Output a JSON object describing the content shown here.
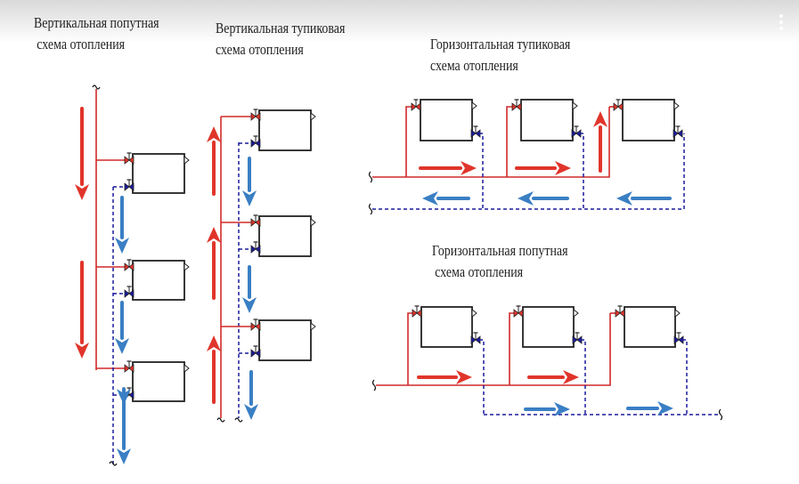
{
  "overlay": {
    "menu_icon": "more-vertical-icon"
  },
  "colors": {
    "supply": "#e0352b",
    "supply_pipe": "#d12a2a",
    "return_pipe": "#1c1c9c",
    "return_arrow": "#3a7fc4",
    "radiator": "#222222"
  },
  "schemes": [
    {
      "id": "vertical-parallel",
      "title_line1": "Вертикальная попутная",
      "title_line2": "схема отопления",
      "radiators": 3
    },
    {
      "id": "vertical-deadend",
      "title_line1": "Вертикальная тупиковая",
      "title_line2": "схема отопления",
      "radiators": 3
    },
    {
      "id": "horizontal-deadend",
      "title_line1": "Горизонтальная тупиковая",
      "title_line2": "схема отопления",
      "radiators": 3
    },
    {
      "id": "horizontal-parallel",
      "title_line1": "Горизонтальная попутная",
      "title_line2": "схема отопления",
      "radiators": 3
    }
  ]
}
